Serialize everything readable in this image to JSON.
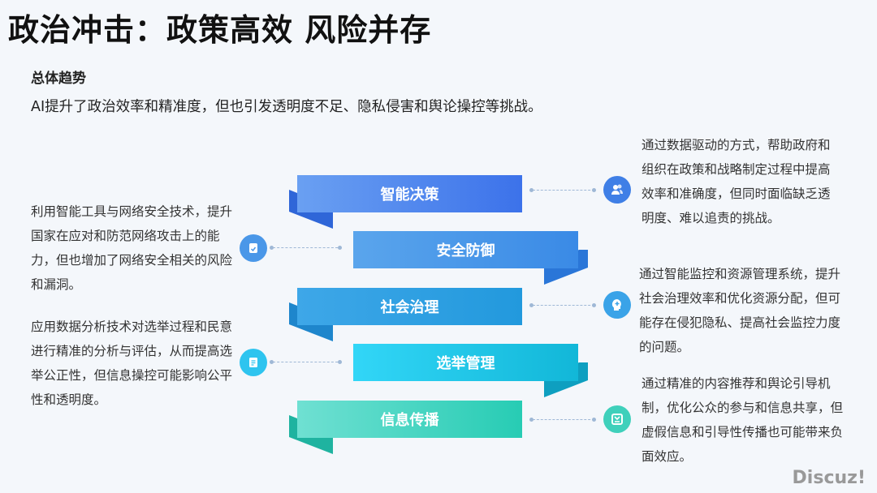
{
  "title": "政治冲击：政策高效 风险并存",
  "subtitle": "总体趋势",
  "summary": "AI提升了政治效率和精准度，但也引发透明度不足、隐私侵害和舆论操控等挑战。",
  "items": [
    {
      "label": "智能决策",
      "desc": "通过数据驱动的方式，帮助政府和组织在政策和战略制定过程中提高效率和准确度，但同时面临缺乏透明度、难以追责的挑战。",
      "icon": "users-icon",
      "color": "#3d7ef0"
    },
    {
      "label": "安全防御",
      "desc": "利用智能工具与网络安全技术，提升国家在应对和防范网络攻击上的能力，但也增加了网络安全相关的风险和漏洞。",
      "icon": "shield-check-icon",
      "color": "#3f93e8"
    },
    {
      "label": "社会治理",
      "desc": "通过智能监控和资源管理系统，提升社会治理效率和优化资源分配，但可能存在侵犯隐私、提高社会监控力度的问题。",
      "icon": "lightbulb-head-icon",
      "color": "#2aa0e0"
    },
    {
      "label": "选举管理",
      "desc": "应用数据分析技术对选举过程和民意进行精准的分析与评估，从而提高选举公正性，但信息操控可能影响公平性和透明度。",
      "icon": "clipboard-icon",
      "color": "#22c3ea"
    },
    {
      "label": "信息传播",
      "desc": "通过精准的内容推荐和舆论引导机制，优化公众的参与和信息共享，但虚假信息和引导性传播也可能带来负面效应。",
      "icon": "message-box-icon",
      "color": "#35d0b8"
    }
  ],
  "watermark": "Discuz!"
}
